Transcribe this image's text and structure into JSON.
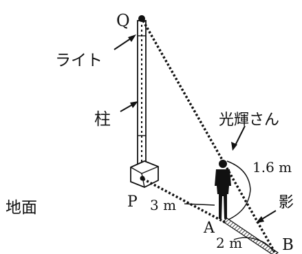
{
  "labels": {
    "point_q": "Q",
    "point_p": "P",
    "point_a": "A",
    "point_b": "B",
    "light": "ライト",
    "pole": "柱",
    "person": "光輝さん",
    "shadow": "影",
    "ground": "地面",
    "height": "1.6 m",
    "dist_pa": "3 m",
    "dist_ab": "2 m"
  }
}
